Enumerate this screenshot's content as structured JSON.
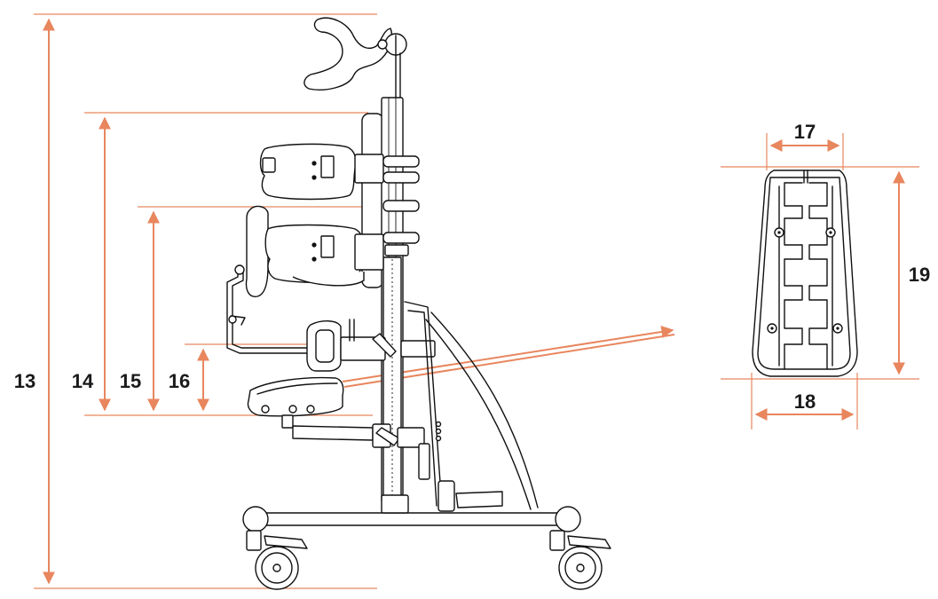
{
  "accent_color": "#e8865e",
  "line_color": "#111111",
  "dimensions": {
    "d13": "13",
    "d14": "14",
    "d15": "15",
    "d16": "16",
    "d17": "17",
    "d18": "18",
    "d19": "19"
  },
  "icons": {
    "main": "stander-side-view-drawing",
    "detail": "footplate-detail-drawing"
  }
}
